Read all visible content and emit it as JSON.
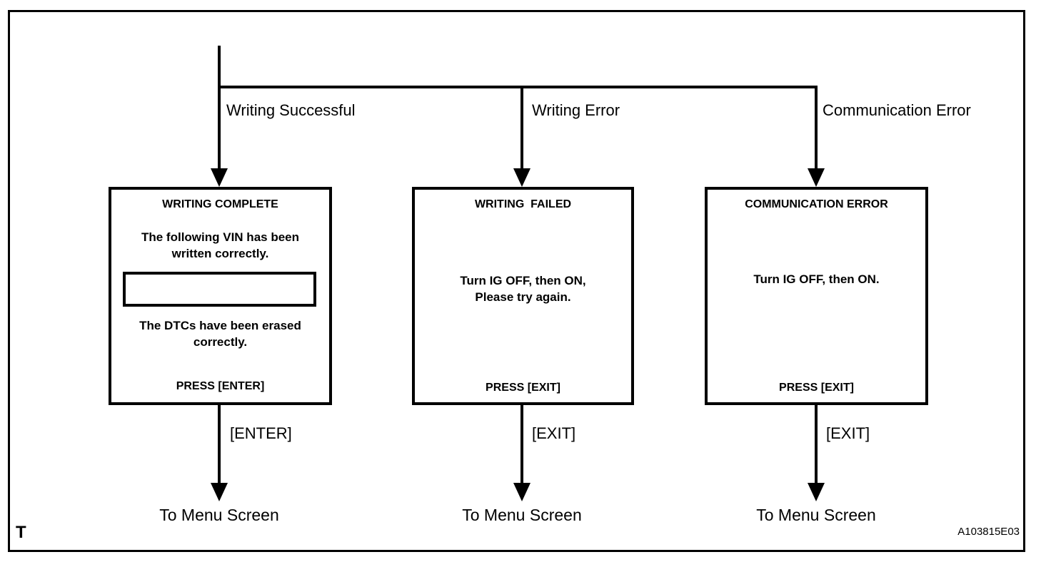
{
  "figure": {
    "corner_label": "T",
    "figure_code": "A103815E03",
    "ink_color": "#000000",
    "background_color": "#ffffff"
  },
  "branches": [
    {
      "condition_label": "Writing Successful",
      "screen": {
        "title": "WRITING COMPLETE",
        "message_top": "The following VIN has been\nwritten correctly.",
        "vin_field_value": "",
        "message_bottom": "The DTCs have been erased\ncorrectly.",
        "press_label": "PRESS [ENTER]"
      },
      "key_label": "[ENTER]",
      "destination_label": "To Menu Screen"
    },
    {
      "condition_label": "Writing Error",
      "screen": {
        "title": "WRITING  FAILED",
        "message": "Turn IG OFF, then ON,\nPlease try again.",
        "press_label": "PRESS [EXIT]"
      },
      "key_label": "[EXIT]",
      "destination_label": "To Menu Screen"
    },
    {
      "condition_label": "Communication Error",
      "screen": {
        "title": "COMMUNICATION ERROR",
        "message": "Turn IG OFF, then ON.",
        "press_label": "PRESS [EXIT]"
      },
      "key_label": "[EXIT]",
      "destination_label": "To Menu Screen"
    }
  ]
}
